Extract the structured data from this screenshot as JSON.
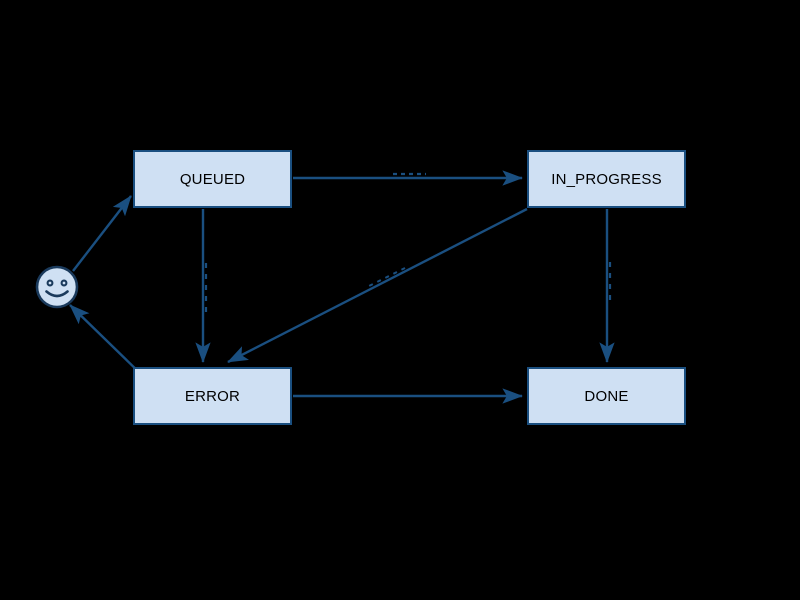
{
  "diagram": {
    "type": "state-machine",
    "background_color": "#000000",
    "node_fill_color": "#cfe0f3",
    "node_stroke_color": "#1a4f80",
    "edge_color": "#1a4f80",
    "label_color": "#000000",
    "nodes": [
      {
        "id": "start",
        "kind": "start-smiley",
        "label": ""
      },
      {
        "id": "queued",
        "kind": "state",
        "label": "QUEUED"
      },
      {
        "id": "inprogress",
        "kind": "state",
        "label": "IN_PROGRESS"
      },
      {
        "id": "error",
        "kind": "state",
        "label": "ERROR"
      },
      {
        "id": "done",
        "kind": "state",
        "label": "DONE"
      }
    ],
    "edges": [
      {
        "id": "start-to-queued",
        "from": "start",
        "to": "queued",
        "label": ""
      },
      {
        "id": "queued-to-inprogress",
        "from": "queued",
        "to": "inprogress",
        "label": ""
      },
      {
        "id": "queued-to-error",
        "from": "queued",
        "to": "error",
        "label": ""
      },
      {
        "id": "inprogress-to-error",
        "from": "inprogress",
        "to": "error",
        "label": ""
      },
      {
        "id": "inprogress-to-done",
        "from": "inprogress",
        "to": "done",
        "label": ""
      },
      {
        "id": "error-to-done",
        "from": "error",
        "to": "done",
        "label": ""
      },
      {
        "id": "error-to-start",
        "from": "error",
        "to": "start",
        "label": ""
      }
    ]
  }
}
